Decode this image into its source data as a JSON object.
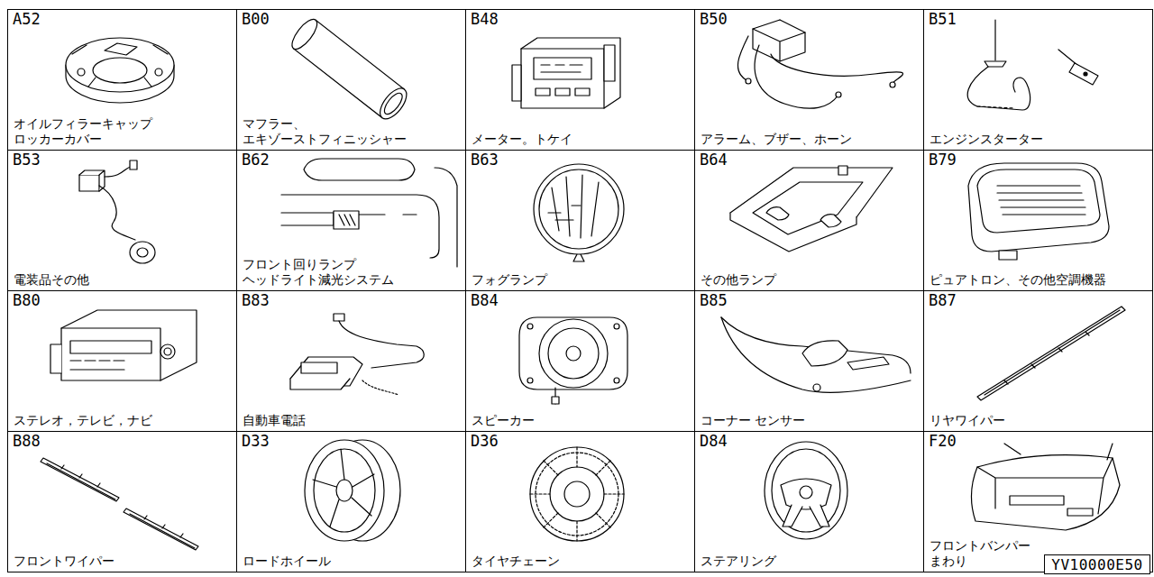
{
  "diagram": {
    "nodes": [
      {
        "text": [
          "A52",
          "オイルフィラーキャップ ロッカーカバー"
        ]
      },
      {
        "text": [
          "B00",
          "マフラー、 エキゾーストフィニッシャー"
        ]
      },
      {
        "text": [
          "B48",
          "メーター。トケイ"
        ]
      },
      {
        "text": [
          "B50",
          "アラーム、ブザー、ホーン"
        ]
      },
      {
        "text": [
          "B51",
          "エンジンスターター"
        ]
      },
      {
        "text": [
          "B53",
          "電装品その他"
        ]
      },
      {
        "text": [
          "B62",
          "フロント回りランプ ヘッドライト減光システム"
        ]
      },
      {
        "text": [
          "B63",
          "フォグランプ"
        ]
      },
      {
        "text": [
          "B64",
          "その他ランプ"
        ]
      },
      {
        "text": [
          "B79",
          "ピュアトロン、その他空調機器"
        ]
      },
      {
        "text": [
          "B80",
          "ステレオ，テレビ，ナビ"
        ]
      },
      {
        "text": [
          "B83",
          "自動車電話"
        ]
      },
      {
        "text": [
          "B84",
          "スピーカー"
        ]
      },
      {
        "text": [
          "B85",
          "コーナー センサー"
        ]
      },
      {
        "text": [
          "B87",
          "リヤワイパー"
        ]
      },
      {
        "text": [
          "B88",
          "フロントワイパー"
        ]
      },
      {
        "text": [
          "D33",
          "ロードホイール"
        ]
      },
      {
        "text": [
          "D36",
          "タイヤチェーン"
        ]
      },
      {
        "text": [
          "D84",
          "ステアリング"
        ]
      },
      {
        "text": [
          "F20",
          "フロントバンパー まわり"
        ]
      },
      {
        "text": [
          "YV10000E50"
        ]
      }
    ]
  }
}
